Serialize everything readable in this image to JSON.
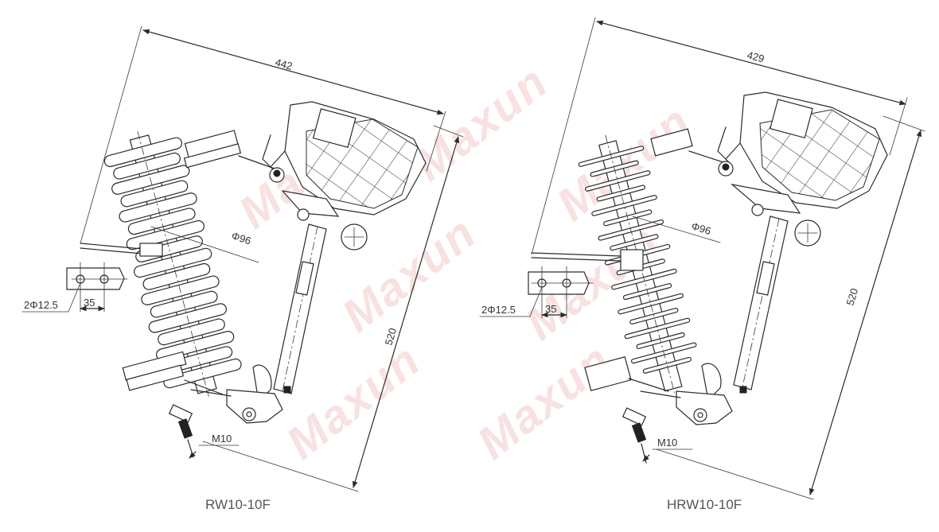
{
  "watermark": "Maxun",
  "drawings": [
    {
      "model": "RW10-10F",
      "width_dim": "442",
      "height_dim": "520",
      "diameter_label": "Φ96",
      "hole_label": "2Φ12.5",
      "hole_spacing": "35",
      "thread_label": "M10"
    },
    {
      "model": "HRW10-10F",
      "width_dim": "429",
      "height_dim": "520",
      "diameter_label": "Φ96",
      "hole_label": "2Φ12.5",
      "hole_spacing": "35",
      "thread_label": "M10"
    }
  ]
}
